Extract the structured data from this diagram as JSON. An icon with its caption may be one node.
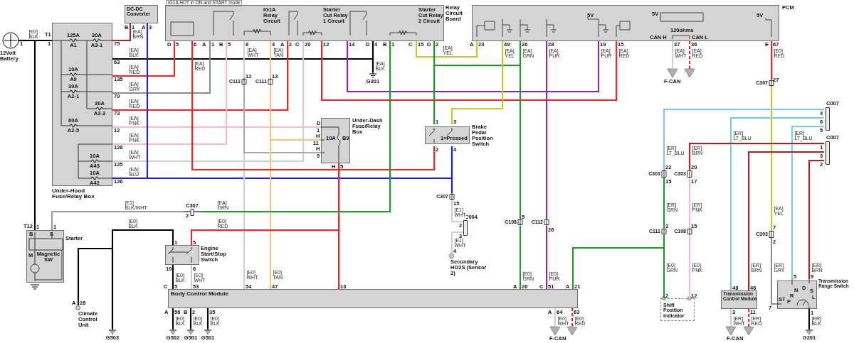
{
  "diagram": {
    "nodes": [
      {
        "text": [
          "12Volt Battery"
        ]
      },
      {
        "text": [
          "125A",
          "A1",
          "30A",
          "A3-1",
          "10A",
          "A9",
          "30A",
          "A2-1",
          "30A",
          "A3-3",
          "60A",
          "A2-5",
          "10A",
          "A43",
          "10A",
          "A42",
          "Under-Hood Fuse/Relay Box"
        ]
      },
      {
        "text": [
          "DC-DC Converter"
        ]
      },
      {
        "text": [
          "IG1A Relay Circuit",
          "Starter Cut Relay 1 Circuit",
          "Starter Cut Relay 2 Circuit",
          "Relay Circuit Board"
        ]
      },
      {
        "text": [
          "5V",
          "5V",
          "120ohms",
          "CAN H",
          "CAN L",
          "5V",
          "PCM"
        ]
      },
      {
        "text": [
          "C111"
        ]
      },
      {
        "text": [
          "C111"
        ]
      },
      {
        "text": [
          "G301"
        ]
      },
      {
        "text": [],
        "shape": "triangle"
      },
      {
        "text": [],
        "shape": "triangle"
      },
      {
        "text": [
          "C307"
        ]
      },
      {
        "text": [
          "10A",
          "B9",
          "Under-Dash Fuse/Relay Box"
        ]
      },
      {
        "text": [
          "1=Pressed",
          "Brake Pedal Position Switch"
        ]
      },
      {
        "text": [
          "C007"
        ]
      },
      {
        "text": [
          "C007"
        ]
      },
      {
        "text": [
          "C303"
        ]
      },
      {
        "text": [
          "C303"
        ]
      },
      {
        "text": [
          "C307"
        ]
      },
      {
        "text": [
          "C307"
        ]
      },
      {
        "text": [
          "C004"
        ]
      },
      {
        "text": [
          "C108"
        ]
      },
      {
        "text": [
          "C112"
        ]
      },
      {
        "text": [
          "Magnetic SW",
          "Starter"
        ]
      },
      {
        "text": [
          "C111"
        ]
      },
      {
        "text": [
          "C108"
        ]
      },
      {
        "text": [
          "C303"
        ]
      },
      {
        "text": [
          "Engine Start/Stop Switch"
        ]
      },
      {
        "text": [
          "Secondary HO2S (Sensor 2)"
        ]
      },
      {
        "text": [
          "Body Control Module"
        ]
      },
      {
        "text": [
          "Climate Control Unit"
        ]
      },
      {
        "text": [
          "Shift Position Indicator"
        ]
      },
      {
        "text": [
          "Transmission Control Module"
        ]
      },
      {
        "text": [
          "ST",
          "P",
          "R",
          "N",
          "D",
          "S",
          "L",
          "Transmission Range Switch"
        ]
      },
      {
        "text": [
          "G503"
        ]
      },
      {
        "text": [
          "G502"
        ]
      },
      {
        "text": [
          "G501"
        ]
      },
      {
        "text": [
          "G501"
        ]
      },
      {
        "text": [],
        "shape": "triangle"
      },
      {
        "text": [],
        "shape": "triangle"
      },
      {
        "text": [],
        "shape": "triangle"
      },
      {
        "text": [],
        "shape": "triangle"
      },
      {
        "text": [
          "G201"
        ]
      }
    ],
    "edges": [
      {
        "from": 0,
        "to": 1,
        "arrow": "none",
        "color": "#000000",
        "label": "[E0] BLK"
      },
      {
        "from": 0,
        "to": 22,
        "arrow": "none",
        "color": "#000000"
      },
      {
        "from": 1,
        "to": 2,
        "arrow": "none",
        "color": "#b22222",
        "label": "[EA] BRN"
      },
      {
        "from": 1,
        "to": 7,
        "arrow": "none",
        "color": "#000000",
        "label": "[EA] BLK"
      },
      {
        "from": 3,
        "to": 7,
        "arrow": "none",
        "color": "#000000",
        "label": "[EA] BLK"
      },
      {
        "from": 1,
        "to": 3,
        "arrow": "none",
        "color": "#ff2020",
        "label": "[EA] RED"
      },
      {
        "from": 1,
        "to": 3,
        "arrow": "none",
        "color": "#8c8c8c",
        "label": "[EA] GRY"
      },
      {
        "from": 1,
        "to": 3,
        "arrow": "none",
        "color": "#ff2020",
        "label": "[EA] RED"
      },
      {
        "from": 1,
        "to": 11,
        "arrow": "none",
        "color": "#ffb8c6",
        "label": "[EA] PNK"
      },
      {
        "from": 1,
        "to": 3,
        "arrow": "none",
        "color": "#ffb8c6",
        "label": "[EA] PNK"
      },
      {
        "from": 1,
        "to": 3,
        "arrow": "none",
        "color": "#cfcfcf",
        "label": "[EA] WHT"
      },
      {
        "from": 1,
        "to": 2,
        "arrow": "none",
        "color": "#1a1aff",
        "label": "[EA] BLU"
      },
      {
        "from": 1,
        "to": 12,
        "arrow": "none",
        "color": "#1a1aff"
      },
      {
        "from": 3,
        "to": 5,
        "arrow": "none",
        "color": "#cfcfcf",
        "label": "[EA] WHT"
      },
      {
        "from": 5,
        "to": 28,
        "arrow": "none",
        "color": "#cfcfcf",
        "label": "[E0] WHT"
      },
      {
        "from": 5,
        "to": 11,
        "arrow": "none",
        "color": "#aaaaaa"
      },
      {
        "from": 3,
        "to": 6,
        "arrow": "none",
        "color": "#ffc27a",
        "label": "[EA] TAN"
      },
      {
        "from": 6,
        "to": 28,
        "arrow": "none",
        "color": "#ffc27a",
        "label": "[E0] TAN"
      },
      {
        "from": 6,
        "to": 11,
        "arrow": "none",
        "color": "#ffc27a"
      },
      {
        "from": 3,
        "to": 12,
        "arrow": "none",
        "color": "#ff2020",
        "label": "[EA] RED"
      },
      {
        "from": 11,
        "to": 28,
        "arrow": "none",
        "color": "#ff2020"
      },
      {
        "from": 11,
        "to": 26,
        "arrow": "none",
        "color": "#ff2020",
        "label": "[E0] RED"
      },
      {
        "from": 3,
        "to": 4,
        "arrow": "none",
        "color": "#ff2020",
        "label": "[EA] RED"
      },
      {
        "from": 3,
        "to": 4,
        "arrow": "none",
        "color": "#8e24aa",
        "label": "[EA] PUR"
      },
      {
        "from": 3,
        "to": 18,
        "arrow": "none",
        "color": "#1e9a1e",
        "label": "[EA] GRN"
      },
      {
        "from": 18,
        "to": 22,
        "arrow": "none",
        "color": "#9a9a9a",
        "label": "[E1] BLK/WHT"
      },
      {
        "from": 3,
        "to": 4,
        "arrow": "none",
        "color": "#c8c828",
        "label": "[EA] YEL"
      },
      {
        "from": 3,
        "to": 12,
        "arrow": "none",
        "color": "#1e9a1e"
      },
      {
        "from": 4,
        "to": 12,
        "arrow": "none",
        "color": "#1e9a1e"
      },
      {
        "from": 4,
        "to": 12,
        "arrow": "none",
        "color": "#c8c828",
        "label": "[EA] YEL"
      },
      {
        "from": 4,
        "to": 20,
        "arrow": "none",
        "color": "#1e9a1e",
        "label": "[EA] GRN"
      },
      {
        "from": 20,
        "to": 28,
        "arrow": "none",
        "color": "#1e9a1e",
        "label": "[E0] GRN"
      },
      {
        "from": 4,
        "to": 21,
        "arrow": "none",
        "color": "#8e24aa",
        "label": "[EA] PUR"
      },
      {
        "from": 21,
        "to": 28,
        "arrow": "none",
        "color": "#8e24aa",
        "label": "[E0] PUR"
      },
      {
        "from": 4,
        "to": 8,
        "arrow": "none",
        "color": "#cfcfcf",
        "label": "[EA] WHT"
      },
      {
        "from": 4,
        "to": 9,
        "arrow": "none",
        "color": "#ff2020",
        "style": "dashed",
        "label": "[EA] RED"
      },
      {
        "from": 4,
        "to": 10,
        "arrow": "none",
        "color": "#ff2020",
        "label": "[E0] RED"
      },
      {
        "from": 10,
        "to": 25,
        "arrow": "none",
        "color": "#c8c828",
        "label": "[EA] YEL"
      },
      {
        "from": 25,
        "to": 32,
        "arrow": "none",
        "color": "#8c8c8c",
        "label": "[ER] GRY"
      },
      {
        "from": 13,
        "to": 15,
        "arrow": "none",
        "color": "#7cc8f0",
        "label": "[ER] LT_BLU"
      },
      {
        "from": 15,
        "to": 23,
        "arrow": "none",
        "color": "#1e9a1e",
        "label": "[ER] GRN"
      },
      {
        "from": 23,
        "to": 30,
        "arrow": "none",
        "color": "#1e9a1e",
        "label": "[E0] GRN"
      },
      {
        "from": 23,
        "to": 28,
        "arrow": "none",
        "color": "#1e9a1e"
      },
      {
        "from": 13,
        "to": 31,
        "arrow": "none",
        "color": "#7cc8f0",
        "label": "[ER] LT_BLU"
      },
      {
        "from": 13,
        "to": 32,
        "arrow": "none",
        "color": "#7cc8f0",
        "label": "[ER] LT_BLU"
      },
      {
        "from": 14,
        "to": 16,
        "arrow": "none",
        "color": "#b22222",
        "label": "[ER] BRN"
      },
      {
        "from": 16,
        "to": 24,
        "arrow": "none",
        "color": "#ffb8c6",
        "label": "[ER] PNK"
      },
      {
        "from": 24,
        "to": 30,
        "arrow": "none",
        "color": "#ffb8c6",
        "label": "[E0] PNK"
      },
      {
        "from": 14,
        "to": 31,
        "arrow": "none",
        "color": "#b22222",
        "label": "[ER] BRN"
      },
      {
        "from": 14,
        "to": 32,
        "arrow": "none",
        "color": "#b22222",
        "label": "[ER] BRN"
      },
      {
        "from": 31,
        "to": 39,
        "arrow": "none",
        "color": "#cfcfcf",
        "label": "[ER] WHT"
      },
      {
        "from": 31,
        "to": 40,
        "arrow": "none",
        "color": "#ff2020",
        "style": "dashed",
        "label": "[ER] RED"
      },
      {
        "from": 32,
        "to": 41,
        "arrow": "none",
        "color": "#000000",
        "label": "[ER] BLK"
      },
      {
        "from": 28,
        "to": 37,
        "arrow": "none",
        "color": "#cfcfcf",
        "label": "[E0] WHT"
      },
      {
        "from": 28,
        "to": 38,
        "arrow": "none",
        "color": "#ff2020",
        "style": "dashed",
        "label": "[E0] RED"
      },
      {
        "from": 28,
        "to": 34,
        "arrow": "none",
        "color": "#000000",
        "label": "[E0] BLK"
      },
      {
        "from": 28,
        "to": 35,
        "arrow": "none",
        "color": "#000000",
        "label": "[E0] BLK"
      },
      {
        "from": 28,
        "to": 36,
        "arrow": "none",
        "color": "#000000",
        "label": "[E0] BLK"
      },
      {
        "from": 26,
        "to": 33,
        "arrow": "none",
        "color": "#000000",
        "label": "[E0] BLK"
      },
      {
        "from": 29,
        "to": 33,
        "arrow": "none",
        "color": "#000000"
      },
      {
        "from": 26,
        "to": 28,
        "arrow": "none",
        "color": "#000000",
        "label": "[E0] BLK"
      },
      {
        "from": 26,
        "to": 28,
        "arrow": "none",
        "color": "#cfcfcf",
        "label": "[E0] WHT"
      },
      {
        "from": 12,
        "to": 17,
        "arrow": "none",
        "color": "#1a1aff"
      },
      {
        "from": 17,
        "to": 19,
        "arrow": "none",
        "color": "#cfcfcf",
        "label": "[E1] WHT"
      },
      {
        "from": 19,
        "to": 27,
        "arrow": "none",
        "color": "#cfcfcf",
        "label": "[E1] WHT"
      }
    ],
    "labels": [
      "IG1A HOT in ON and START mode",
      "1",
      "T1",
      "1",
      "75",
      "63",
      "135",
      "79",
      "73",
      "12",
      "128",
      "125",
      "126",
      "B",
      "1",
      "A",
      "3",
      "D",
      "5",
      "6",
      "A",
      "1",
      "B",
      "5",
      "8",
      "4",
      "A",
      "2",
      "C",
      "20",
      "12",
      "14",
      "D",
      "4",
      "B",
      "1",
      "C",
      "15",
      "D",
      "2",
      "A",
      "23",
      "49",
      "26",
      "28",
      "19",
      "15",
      "37",
      "36",
      "E",
      "67",
      "12",
      "13",
      "D",
      "1",
      "H",
      "11",
      "H",
      "9",
      "H",
      "5",
      "1",
      "3",
      "2",
      "4",
      "15",
      "2",
      "3",
      "4",
      "5",
      "26",
      "27",
      "4",
      "6",
      "5",
      "1",
      "3",
      "2",
      "22",
      "15",
      "20",
      "17",
      "3",
      "15",
      "7",
      "2",
      "T12",
      "1",
      "1",
      "B",
      "S",
      "M",
      "1",
      "5",
      "10",
      "6",
      "C",
      "5",
      "53",
      "54",
      "47",
      "13",
      "A",
      "26",
      "C",
      "51",
      "A",
      "21",
      "A",
      "56",
      "B",
      "2",
      "35",
      "A",
      "64",
      "63",
      "A",
      "28",
      "2",
      "12",
      "48",
      "46",
      "3",
      "11",
      "5",
      "9",
      "7",
      "1",
      "2",
      "F-CAN",
      "F-CAN",
      "F-CAN"
    ]
  }
}
